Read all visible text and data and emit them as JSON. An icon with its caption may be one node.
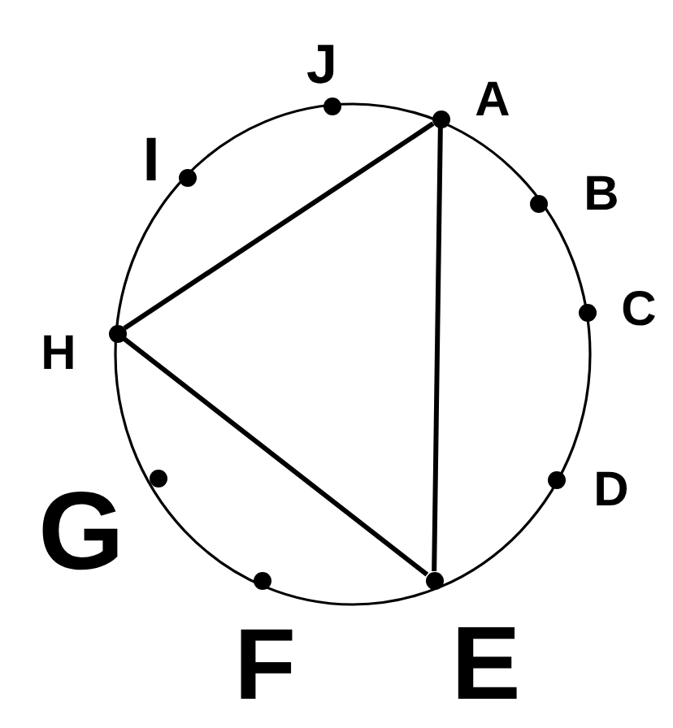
{
  "diagram": {
    "nodes": [
      {
        "text": [],
        "shape": "circle",
        "beside": [
          "A"
        ]
      },
      {
        "text": [],
        "shape": "circle",
        "beside": [
          "B"
        ]
      },
      {
        "text": [],
        "shape": "circle",
        "beside": [
          "C"
        ]
      },
      {
        "text": [],
        "shape": "circle",
        "beside": [
          "D"
        ]
      },
      {
        "text": [],
        "shape": "circle",
        "beside": [
          "E"
        ]
      },
      {
        "text": [],
        "shape": "circle",
        "beside": [
          "F"
        ]
      },
      {
        "text": [],
        "shape": "circle",
        "beside": [
          "G"
        ]
      },
      {
        "text": [],
        "shape": "circle",
        "beside": [
          "H"
        ]
      },
      {
        "text": [],
        "shape": "circle",
        "beside": [
          "I"
        ]
      },
      {
        "text": [],
        "shape": "circle",
        "beside": [
          "J"
        ]
      }
    ],
    "edges": [
      {
        "from": 0,
        "to": 7,
        "arrow": "none"
      },
      {
        "from": 7,
        "to": 4,
        "arrow": "none"
      },
      {
        "from": 4,
        "to": 0,
        "arrow": "none"
      }
    ]
  }
}
